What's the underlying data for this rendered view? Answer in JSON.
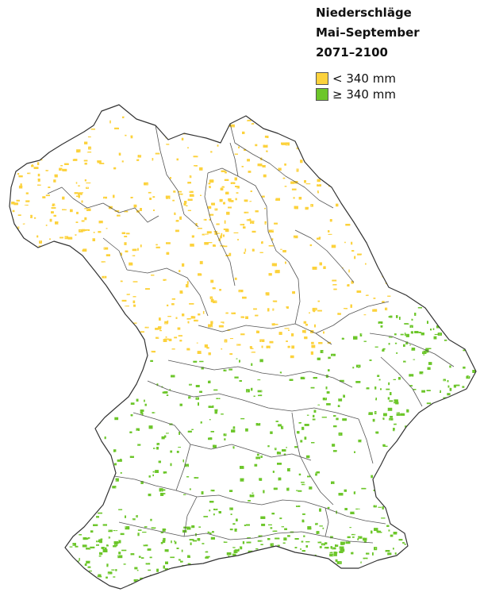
{
  "legend": {
    "title_lines": [
      "Niederschläge",
      "Mai–September",
      "2071–2100"
    ],
    "items": [
      {
        "label": "< 340 mm",
        "color": "#fcd23c"
      },
      {
        "label": "≥ 340 mm",
        "color": "#6cc62a"
      }
    ]
  },
  "map": {
    "outline_color": "#333333",
    "district_line_color": "#555555",
    "background_color": "#ffffff"
  }
}
